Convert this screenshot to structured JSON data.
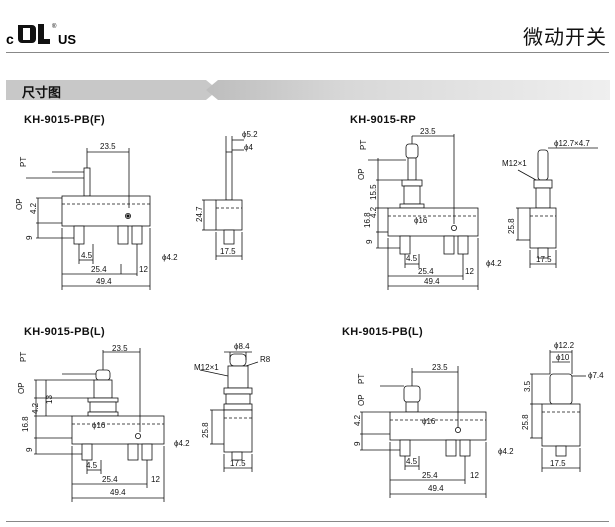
{
  "header": {
    "brand_c": "c",
    "brand_us": "US",
    "brand_r": "®",
    "title": "微动开关"
  },
  "section": {
    "title": "尺寸图"
  },
  "models": [
    {
      "name": "KH-9015-PB(F)",
      "front": {
        "pt": "PT",
        "op": "OP",
        "d_23_5": "23.5",
        "d_4_2": "4.2",
        "d_9": "9",
        "d_4_5": "4.5",
        "d_25_4": "25.4",
        "d_12": "12",
        "d_49_4": "49.4"
      },
      "side": {
        "d_5_2": "ϕ5.2",
        "d_4": "ϕ4",
        "d_24_7": "24.7",
        "d_17_5": "17.5",
        "d_hole": "ϕ4.2"
      }
    },
    {
      "name": "KH-9015-RP",
      "front": {
        "pt": "PT",
        "op": "OP",
        "d_23_5": "23.5",
        "d_15_5": "15.5",
        "d_4_2": "4.2",
        "d_16_8": "16.8",
        "d_9": "9",
        "d_16": "ϕ16",
        "d_4_5": "4.5",
        "d_25_4": "25.4",
        "d_12": "12",
        "d_49_4": "49.4"
      },
      "side": {
        "d_12_7": "ϕ12.7×4.7",
        "d_m12": "M12×1",
        "d_25_8": "25.8",
        "d_17_5": "17.5",
        "d_hole": "ϕ4.2"
      }
    },
    {
      "name": "KH-9015-PB(L)",
      "front": {
        "pt": "PT",
        "op": "OP",
        "d_23_5": "23.5",
        "d_13": "13",
        "d_4_2": "4.2",
        "d_16_8": "16.8",
        "d_9": "9",
        "d_16": "ϕ16",
        "d_4_5": "4.5",
        "d_25_4": "25.4",
        "d_12": "12",
        "d_49_4": "49.4"
      },
      "side": {
        "d_m12": "M12×1",
        "d_8_4": "ϕ8.4",
        "d_r8": "R8",
        "d_25_8": "25.8",
        "d_17_5": "17.5",
        "d_hole": "ϕ4.2"
      }
    },
    {
      "name": "KH-9015-PB(L)",
      "front": {
        "pt": "PT",
        "op": "OP",
        "d_23_5": "23.5",
        "d_4_2": "4.2",
        "d_9": "9",
        "d_16": "ϕ16",
        "d_4_5": "4.5",
        "d_25_4": "25.4",
        "d_12": "12",
        "d_49_4": "49.4"
      },
      "side": {
        "d_12_2": "ϕ12.2",
        "d_10": "ϕ10",
        "d_7_4": "ϕ7.4",
        "d_3_5": "3.5",
        "d_25_8": "25.8",
        "d_17_5": "17.5",
        "d_hole": "ϕ4.2"
      }
    }
  ]
}
